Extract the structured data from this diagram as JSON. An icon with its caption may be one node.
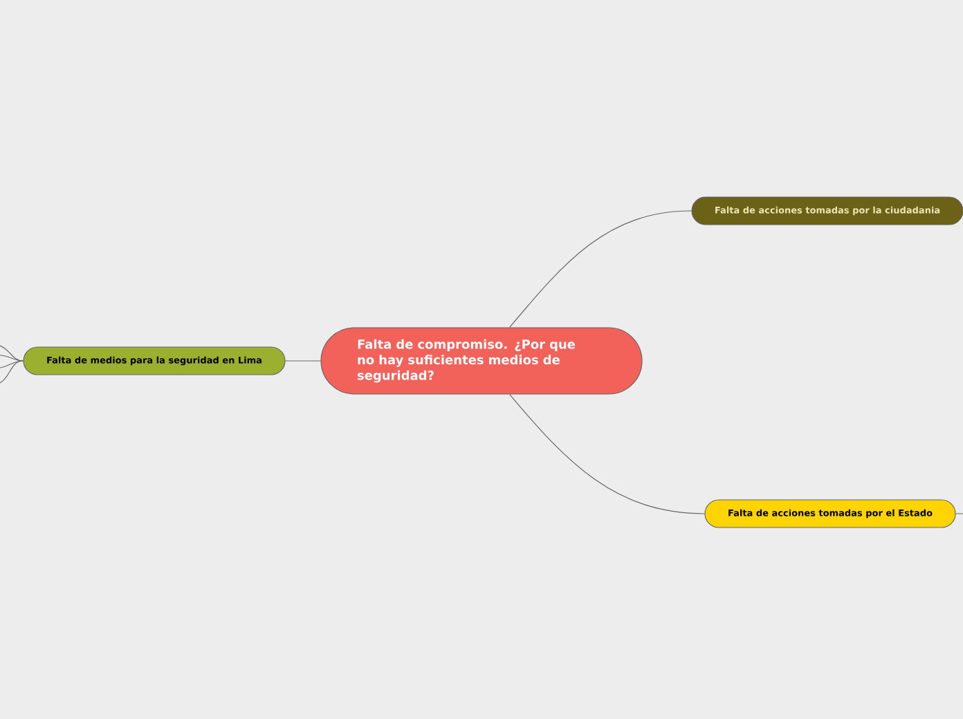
{
  "diagram": {
    "nodes": [
      {
        "text": [
          "Falta de compromiso. ¿Por que no hay suficientes medios de seguridad?"
        ]
      },
      {
        "text": [
          "Falta de medios para la seguridad en Lima"
        ]
      },
      {
        "text": [
          "Falta de acciones tomadas por la ciudadania"
        ]
      },
      {
        "text": [
          "Falta de acciones tomadas por el Estado"
        ]
      }
    ],
    "edges": [
      {
        "from": 0,
        "to": 1,
        "arrow": "none"
      },
      {
        "from": 0,
        "to": 2,
        "arrow": "none"
      },
      {
        "from": 0,
        "to": 3,
        "arrow": "none"
      },
      {
        "from": 1,
        "to": null,
        "arrow": "none"
      },
      {
        "from": 1,
        "to": null,
        "arrow": "none"
      },
      {
        "from": 1,
        "to": null,
        "arrow": "none"
      },
      {
        "from": 1,
        "to": null,
        "arrow": "none"
      },
      {
        "from": 3,
        "to": null,
        "arrow": "none"
      }
    ]
  }
}
